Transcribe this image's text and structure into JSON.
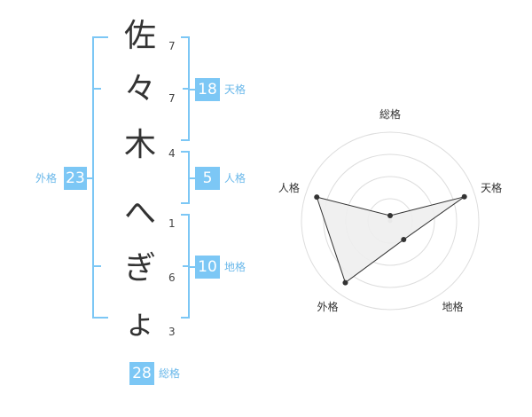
{
  "name_chars": [
    {
      "char": "佐",
      "strokes": "7"
    },
    {
      "char": "々",
      "strokes": "7"
    },
    {
      "char": "木",
      "strokes": "4"
    },
    {
      "char": "へ",
      "strokes": "1"
    },
    {
      "char": "ぎ",
      "strokes": "6"
    },
    {
      "char": "ょ",
      "strokes": "3"
    }
  ],
  "kakusu": {
    "tenkaku": {
      "value": "18",
      "label": "天格"
    },
    "jinkaku": {
      "value": "5",
      "label": "人格"
    },
    "chikaku": {
      "value": "10",
      "label": "地格"
    },
    "gaikaku": {
      "value": "23",
      "label": "外格"
    },
    "soukaku": {
      "value": "28",
      "label": "総格"
    }
  },
  "chart_data": {
    "type": "radar",
    "axes": [
      "総格",
      "天格",
      "地格",
      "外格",
      "人格"
    ],
    "rings": 4,
    "values": [
      0.06,
      0.88,
      0.26,
      0.86,
      0.87
    ],
    "colors": {
      "line": "#333333",
      "fill": "#eeeeee",
      "grid": "#dddddd",
      "accent": "#7cc7f5"
    }
  }
}
